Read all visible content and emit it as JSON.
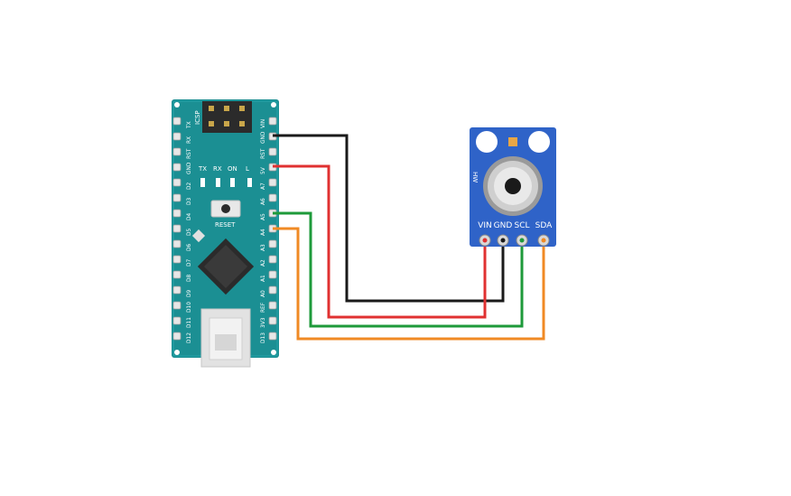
{
  "arduino": {
    "icsp_label": "ICSP",
    "reset_label": "RESET",
    "leds": [
      "TX",
      "RX",
      "ON",
      "L"
    ],
    "left_pins": [
      "TX",
      "RX",
      "RST",
      "GND",
      "D2",
      "D3",
      "D4",
      "D5",
      "D6",
      "D7",
      "D8",
      "D9",
      "D10",
      "D11",
      "D12"
    ],
    "right_pins": [
      "VIN",
      "GND",
      "RST",
      "5V",
      "A7",
      "A6",
      "A5",
      "A4",
      "A3",
      "A2",
      "A1",
      "A0",
      "REF",
      "3V3",
      "D13"
    ]
  },
  "sensor": {
    "board_label": "HW",
    "pins": [
      "VIN",
      "GND",
      "SCL",
      "SDA"
    ]
  },
  "wire_colors": {
    "gnd": "#1a1a1a",
    "vin": "#e03131",
    "scl": "#1e9a3a",
    "sda": "#f08a24"
  },
  "colors": {
    "arduino_board": "#1b8f93",
    "sensor_board": "#2f63c8"
  }
}
